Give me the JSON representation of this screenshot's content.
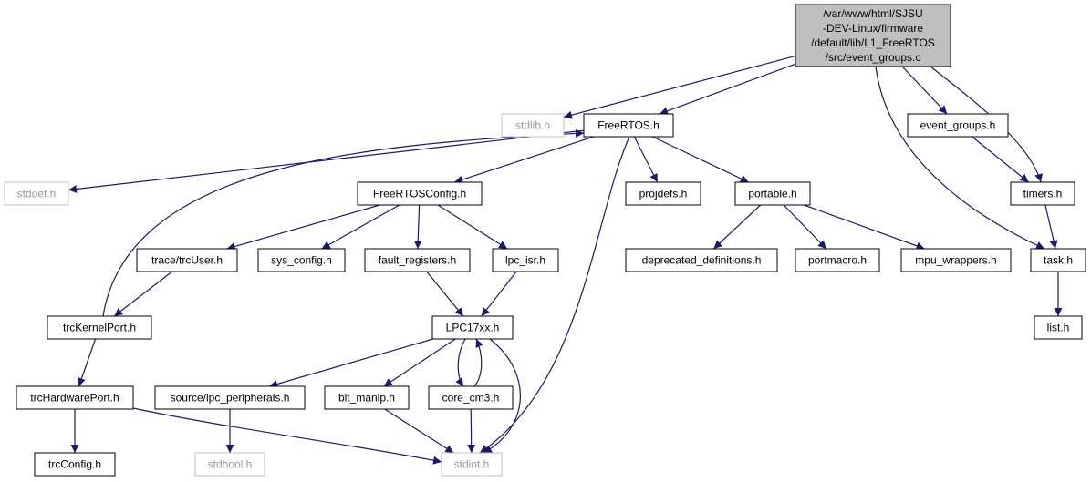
{
  "colors": {
    "edge": "#191970",
    "node_border": "#000000",
    "missing_border": "#bfbfbf",
    "root_fill": "#bfbfbf",
    "missing_text": "#9a9a9a"
  },
  "nodes": [
    {
      "id": "root",
      "lines": [
        "/var/www/html/SJSU",
        "-DEV-Linux/firmware",
        "/default/lib/L1_FreeRTOS",
        "/src/event_groups.c"
      ],
      "kind": "root"
    },
    {
      "id": "stdlib",
      "lines": [
        "stdlib.h"
      ],
      "kind": "missing"
    },
    {
      "id": "freertos",
      "lines": [
        "FreeRTOS.h"
      ],
      "kind": "normal"
    },
    {
      "id": "event_groups",
      "lines": [
        "event_groups.h"
      ],
      "kind": "normal"
    },
    {
      "id": "timers",
      "lines": [
        "timers.h"
      ],
      "kind": "normal"
    },
    {
      "id": "stddef",
      "lines": [
        "stddef.h"
      ],
      "kind": "missing"
    },
    {
      "id": "freertosconfig",
      "lines": [
        "FreeRTOSConfig.h"
      ],
      "kind": "normal"
    },
    {
      "id": "projdefs",
      "lines": [
        "projdefs.h"
      ],
      "kind": "normal"
    },
    {
      "id": "portable",
      "lines": [
        "portable.h"
      ],
      "kind": "normal"
    },
    {
      "id": "task",
      "lines": [
        "task.h"
      ],
      "kind": "normal"
    },
    {
      "id": "trcuser",
      "lines": [
        "trace/trcUser.h"
      ],
      "kind": "normal"
    },
    {
      "id": "sys_config",
      "lines": [
        "sys_config.h"
      ],
      "kind": "normal"
    },
    {
      "id": "fault_registers",
      "lines": [
        "fault_registers.h"
      ],
      "kind": "normal"
    },
    {
      "id": "lpc_isr",
      "lines": [
        "lpc_isr.h"
      ],
      "kind": "normal"
    },
    {
      "id": "deprecated",
      "lines": [
        "deprecated_definitions.h"
      ],
      "kind": "normal"
    },
    {
      "id": "portmacro",
      "lines": [
        "portmacro.h"
      ],
      "kind": "normal"
    },
    {
      "id": "mpu_wrappers",
      "lines": [
        "mpu_wrappers.h"
      ],
      "kind": "normal"
    },
    {
      "id": "list",
      "lines": [
        "list.h"
      ],
      "kind": "normal"
    },
    {
      "id": "trckernelport",
      "lines": [
        "trcKernelPort.h"
      ],
      "kind": "normal"
    },
    {
      "id": "lpc17xx",
      "lines": [
        "LPC17xx.h"
      ],
      "kind": "normal"
    },
    {
      "id": "trchardwareport",
      "lines": [
        "trcHardwarePort.h"
      ],
      "kind": "normal"
    },
    {
      "id": "lpc_peripherals",
      "lines": [
        "source/lpc_peripherals.h"
      ],
      "kind": "normal"
    },
    {
      "id": "bit_manip",
      "lines": [
        "bit_manip.h"
      ],
      "kind": "normal"
    },
    {
      "id": "core_cm3",
      "lines": [
        "core_cm3.h"
      ],
      "kind": "normal"
    },
    {
      "id": "trcconfig",
      "lines": [
        "trcConfig.h"
      ],
      "kind": "normal"
    },
    {
      "id": "stdbool",
      "lines": [
        "stdbool.h"
      ],
      "kind": "missing"
    },
    {
      "id": "stdint",
      "lines": [
        "stdint.h"
      ],
      "kind": "missing"
    }
  ],
  "edges": [
    [
      "root",
      "stdlib"
    ],
    [
      "root",
      "freertos"
    ],
    [
      "root",
      "event_groups"
    ],
    [
      "root",
      "timers"
    ],
    [
      "root",
      "task"
    ],
    [
      "freertos",
      "stddef"
    ],
    [
      "freertos",
      "freertosconfig"
    ],
    [
      "freertos",
      "projdefs"
    ],
    [
      "freertos",
      "portable"
    ],
    [
      "freertos",
      "stdint"
    ],
    [
      "freertosconfig",
      "trcuser"
    ],
    [
      "freertosconfig",
      "sys_config"
    ],
    [
      "freertosconfig",
      "fault_registers"
    ],
    [
      "freertosconfig",
      "lpc_isr"
    ],
    [
      "trcuser",
      "trckernelport"
    ],
    [
      "trckernelport",
      "freertos"
    ],
    [
      "trckernelport",
      "trchardwareport"
    ],
    [
      "trchardwareport",
      "trcconfig"
    ],
    [
      "trchardwareport",
      "stdint"
    ],
    [
      "fault_registers",
      "lpc17xx"
    ],
    [
      "lpc_isr",
      "lpc17xx"
    ],
    [
      "lpc17xx",
      "lpc_peripherals"
    ],
    [
      "lpc17xx",
      "bit_manip"
    ],
    [
      "lpc17xx",
      "core_cm3"
    ],
    [
      "lpc17xx",
      "stdint"
    ],
    [
      "core_cm3",
      "lpc17xx"
    ],
    [
      "core_cm3",
      "stdint"
    ],
    [
      "bit_manip",
      "stdint"
    ],
    [
      "lpc_peripherals",
      "stdbool"
    ],
    [
      "portable",
      "deprecated"
    ],
    [
      "portable",
      "portmacro"
    ],
    [
      "portable",
      "mpu_wrappers"
    ],
    [
      "event_groups",
      "timers"
    ],
    [
      "timers",
      "task"
    ],
    [
      "task",
      "list"
    ]
  ]
}
